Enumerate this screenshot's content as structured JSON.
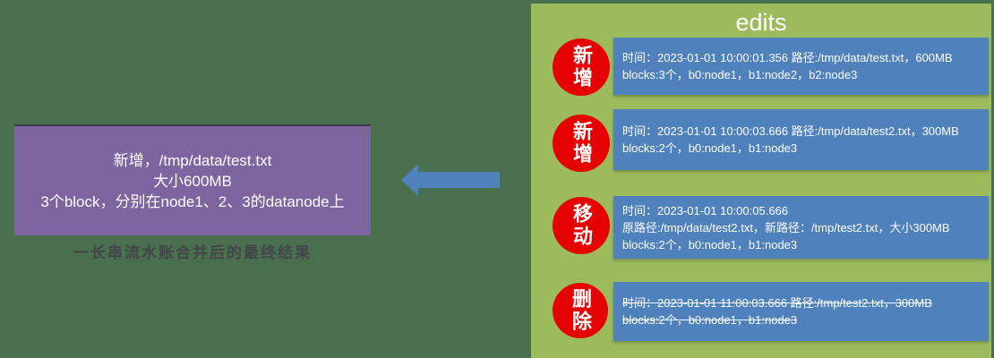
{
  "result_box": {
    "lines": [
      "新增，/tmp/data/test.txt",
      "大小600MB",
      "3个block，分别在node1、2、3的datanode上"
    ],
    "caption": "一长串流水账合并后的最终结果"
  },
  "edits_panel": {
    "title": "edits",
    "entries": [
      {
        "op": "新增",
        "strikethrough": false,
        "lines": [
          "时间：2023-01-01 10:00:01.356 路径:/tmp/data/test.txt，600MB",
          "blocks:3个，b0:node1，b1:node2，b2:node3"
        ]
      },
      {
        "op": "新增",
        "strikethrough": false,
        "lines": [
          "时间：2023-01-01 10:00:03.666 路径:/tmp/data/test2.txt，300MB",
          "blocks:2个，b0:node1，b1:node3"
        ]
      },
      {
        "op": "移动",
        "strikethrough": false,
        "lines": [
          "时间：2023-01-01 10:00:05.666",
          "原路径:/tmp/data/test2.txt，新路径：/tmp/test2.txt，大小300MB",
          "blocks:2个，b0:node1，b1:node3"
        ]
      },
      {
        "op": "删除",
        "strikethrough": true,
        "lines": [
          "时间：2023-01-01 11:00:03.666 路径:/tmp/test2.txt，300MB",
          "blocks:2个，b0:node1，b1:node3"
        ]
      }
    ]
  },
  "colors": {
    "background": "#48704e",
    "panel": "#9bbb5c",
    "entry_card": "#4f81bd",
    "op_badge": "#e60202",
    "result_box": "#7d65a0",
    "arrow": "#4f81bd",
    "caption_text": "#44444c",
    "text": "#ffffff"
  }
}
